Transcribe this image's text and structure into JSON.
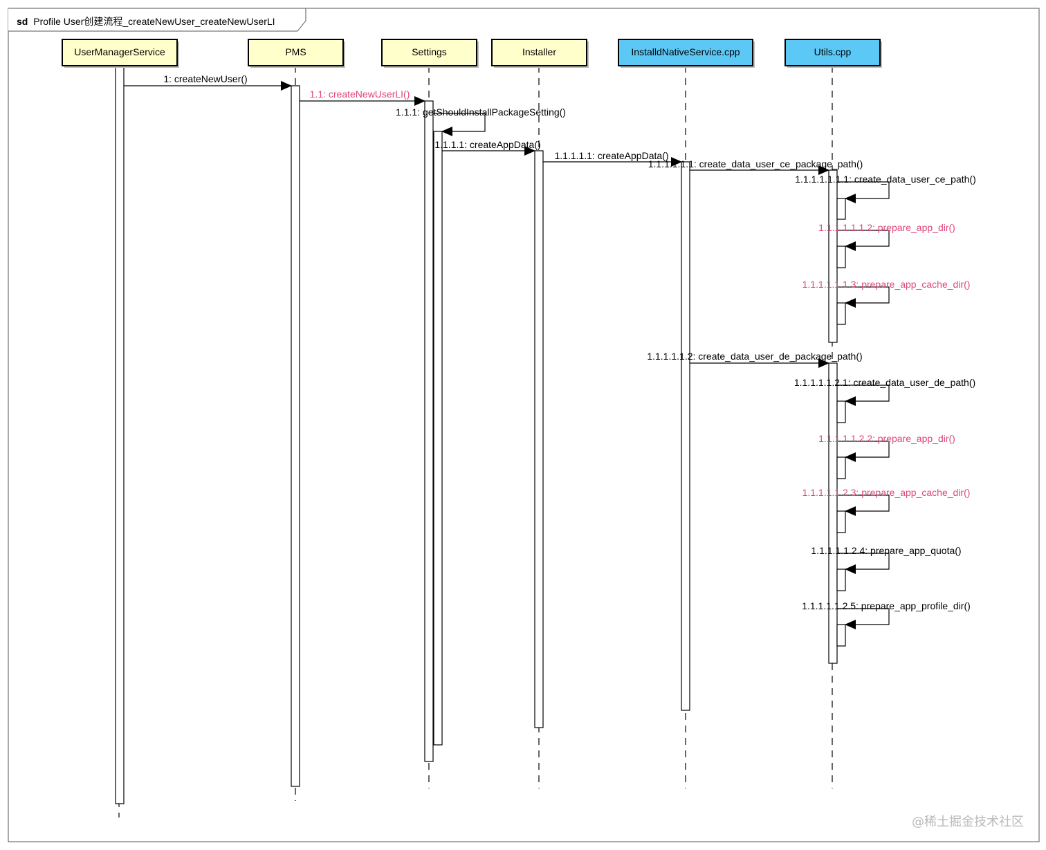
{
  "frame": {
    "keyword": "sd",
    "title": "Profile User创建流程_createNewUser_createNewUserLI"
  },
  "colors": {
    "header_yellow": "#FFFFCC",
    "header_blue": "#5BC8F5",
    "message_black": "#000000",
    "message_pink": "#E0457B"
  },
  "participants": [
    {
      "id": "ums",
      "name": "UserManagerService",
      "fill": "yellow"
    },
    {
      "id": "pms",
      "name": "PMS",
      "fill": "yellow"
    },
    {
      "id": "settings",
      "name": "Settings",
      "fill": "yellow"
    },
    {
      "id": "installer",
      "name": "Installer",
      "fill": "yellow"
    },
    {
      "id": "ins",
      "name": "InstalldNativeService.cpp",
      "fill": "blue"
    },
    {
      "id": "utils",
      "name": "Utils.cpp",
      "fill": "blue"
    }
  ],
  "messages": [
    {
      "label": "1: createNewUser()",
      "color": "black"
    },
    {
      "label": "1.1: createNewUserLI()",
      "color": "pink"
    },
    {
      "label": "1.1.1: getShouldInstallPackageSetting()",
      "color": "black"
    },
    {
      "label": "1.1.1.1: createAppData()",
      "color": "black"
    },
    {
      "label": "1.1.1.1.1: createAppData()",
      "color": "black"
    },
    {
      "label": "1.1.1.1.1.1: create_data_user_ce_package_path()",
      "color": "black"
    },
    {
      "label": "1.1.1.1.1.1.1: create_data_user_ce_path()",
      "color": "black"
    },
    {
      "label": "1.1.1.1.1.1.2: prepare_app_dir()",
      "color": "pink"
    },
    {
      "label": "1.1.1.1.1.1.3: prepare_app_cache_dir()",
      "color": "pink"
    },
    {
      "label": "1.1.1.1.1.2: create_data_user_de_package_path()",
      "color": "black"
    },
    {
      "label": "1.1.1.1.1.2.1: create_data_user_de_path()",
      "color": "black"
    },
    {
      "label": "1.1.1.1.1.2.2: prepare_app_dir()",
      "color": "pink"
    },
    {
      "label": "1.1.1.1.1.2.3: prepare_app_cache_dir()",
      "color": "pink"
    },
    {
      "label": "1.1.1.1.1.2.4: prepare_app_quota()",
      "color": "black"
    },
    {
      "label": "1.1.1.1.1.2.5: prepare_app_profile_dir()",
      "color": "black"
    }
  ],
  "watermark": "@稀土掘金技术社区"
}
